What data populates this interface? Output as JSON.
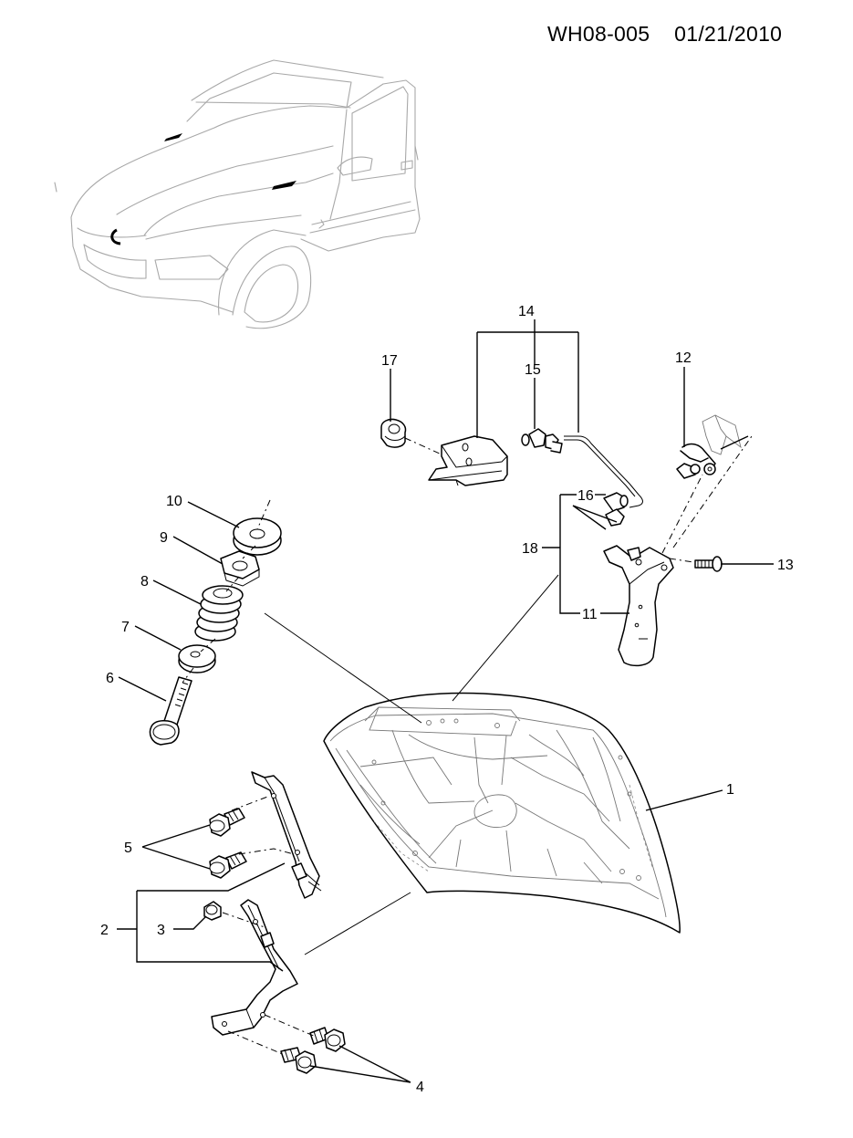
{
  "header": {
    "diagram_code": "WH08-005",
    "date": "01/21/2010"
  },
  "callouts": {
    "c1": "1",
    "c2": "2",
    "c3": "3",
    "c4": "4",
    "c5": "5",
    "c6": "6",
    "c7": "7",
    "c8": "8",
    "c9": "9",
    "c10": "10",
    "c11": "11",
    "c12": "12",
    "c13": "13",
    "c14": "14",
    "c15": "15",
    "c16": "16",
    "c17": "17",
    "c18": "18"
  },
  "icons": {
    "vehicle": "vehicle-locator-icon",
    "hood": "hood-panel-icon"
  },
  "colors": {
    "line": "#000000",
    "locator_line": "#a8a8a8"
  }
}
